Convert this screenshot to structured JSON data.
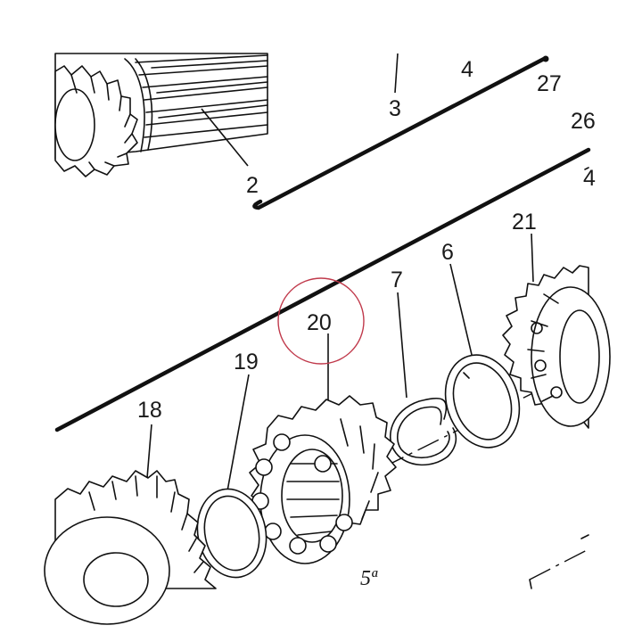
{
  "diagram": {
    "labels": {
      "l2": "2",
      "l3": "3",
      "l4": "4",
      "l27": "27",
      "l26": "26",
      "l4b": "4",
      "l21": "21",
      "l6": "6",
      "l7": "7",
      "l20": "20",
      "l19": "19",
      "l18": "18",
      "l5a": "5ª"
    },
    "highlight": {
      "target": "20",
      "color": "#c0394b"
    }
  }
}
